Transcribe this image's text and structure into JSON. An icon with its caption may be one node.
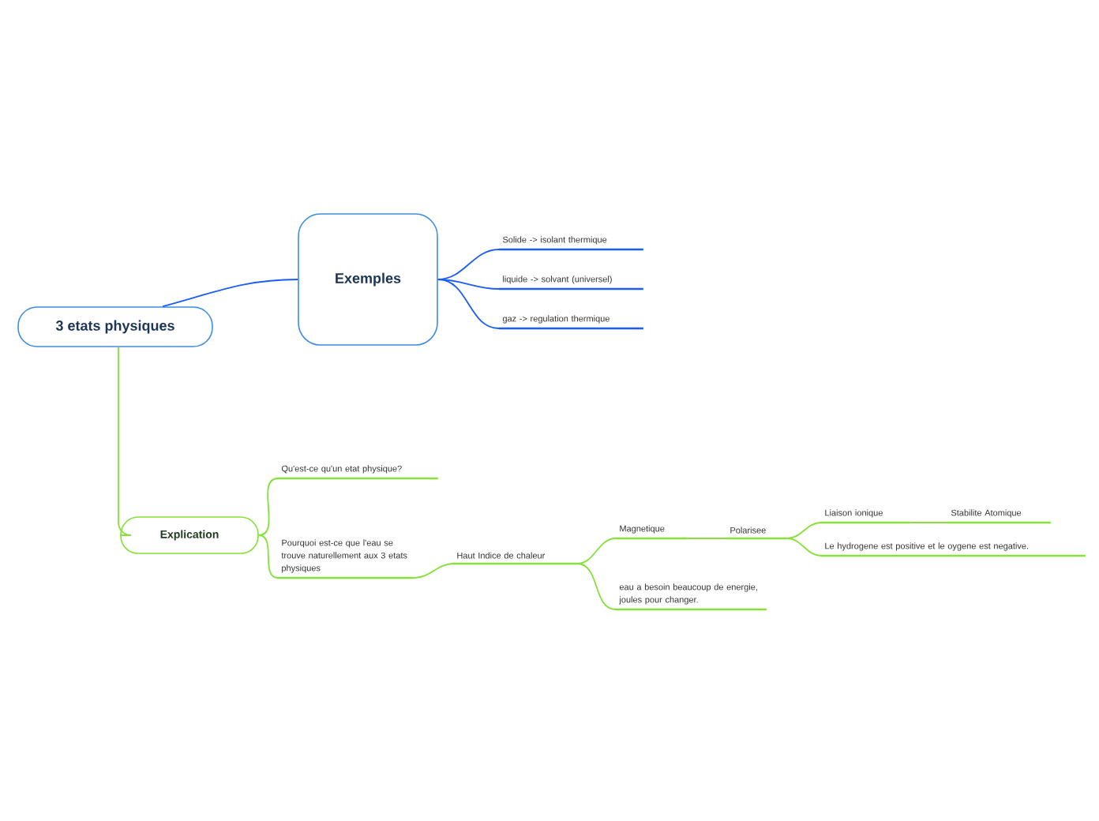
{
  "diagram": {
    "nodes": [
      {
        "text": [
          "3 etats physiques"
        ]
      },
      {
        "text": [
          "Exemples"
        ]
      },
      {
        "text": [
          "Solide -> isolant thermique"
        ]
      },
      {
        "text": [
          "liquide -> solvant (universel)"
        ]
      },
      {
        "text": [
          "gaz -> regulation thermique"
        ]
      },
      {
        "text": [
          "Explication"
        ]
      },
      {
        "text": [
          "Qu'est-ce qu'un etat physique?"
        ]
      },
      {
        "text": [
          "Pourquoi est-ce que l'eau se trouve naturellement aux 3 etats physiques"
        ]
      },
      {
        "text": [
          "Haut Indice de chaleur"
        ]
      },
      {
        "text": [
          "Magnetique"
        ]
      },
      {
        "text": [
          "Polarisee"
        ]
      },
      {
        "text": [
          "Liaison ionique"
        ]
      },
      {
        "text": [
          "Stabilite Atomique"
        ]
      },
      {
        "text": [
          "Le hydrogene est positive et le oygene est negative."
        ]
      },
      {
        "text": [
          "eau a besoin beaucoup de energie, joules pour changer."
        ]
      }
    ],
    "edges": [
      {
        "from": 0,
        "to": 1,
        "arrow": "none",
        "color": "#1a5cff"
      },
      {
        "from": 1,
        "to": 2,
        "arrow": "none",
        "color": "#1a5cff"
      },
      {
        "from": 1,
        "to": 3,
        "arrow": "none",
        "color": "#1a5cff"
      },
      {
        "from": 1,
        "to": 4,
        "arrow": "none",
        "color": "#1a5cff"
      },
      {
        "from": 0,
        "to": 5,
        "arrow": "none"
      },
      {
        "from": 5,
        "to": 6,
        "arrow": "none"
      },
      {
        "from": 5,
        "to": 7,
        "arrow": "none"
      },
      {
        "from": 7,
        "to": 8,
        "arrow": "none"
      },
      {
        "from": 8,
        "to": 9,
        "arrow": "none"
      },
      {
        "from": 8,
        "to": 14,
        "arrow": "none"
      },
      {
        "from": 9,
        "to": 10,
        "arrow": "none"
      },
      {
        "from": 10,
        "to": 11,
        "arrow": "none"
      },
      {
        "from": 10,
        "to": 13,
        "arrow": "none"
      },
      {
        "from": 11,
        "to": 12,
        "arrow": "none"
      }
    ]
  }
}
